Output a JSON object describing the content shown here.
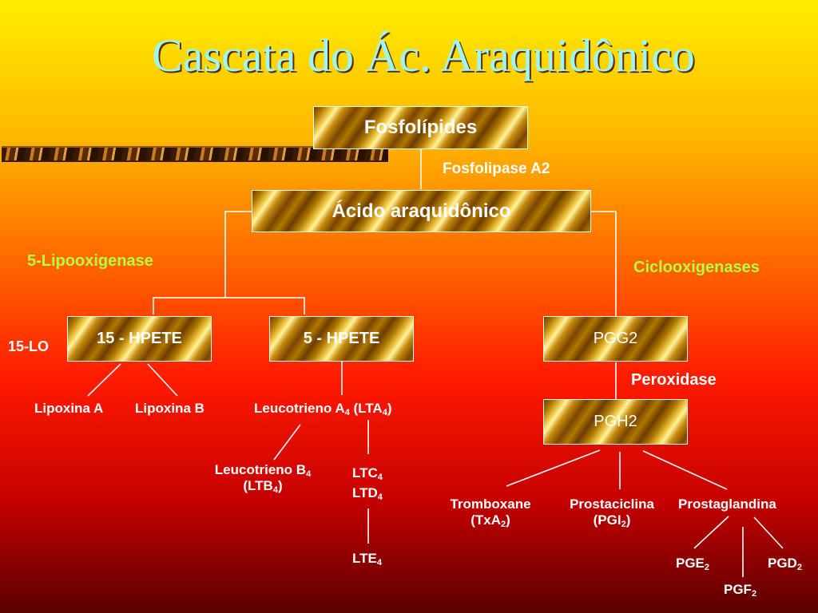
{
  "title": "Cascata do Ác. Araquidônico",
  "boxes": {
    "fosfolipides": "Fosfolípides",
    "acido": "Ácido araquidônico",
    "hpete15": "15 - HPETE",
    "hpete5": "5 - HPETE",
    "pgg2": "PGG2",
    "pgh2": "PGH2"
  },
  "enzymes": {
    "fosfolipase": "Fosfolipase A2",
    "lipooxigenase": "5-Lipooxigenase",
    "ciclooxigenases": "Ciclooxigenases",
    "lo15": "15-LO",
    "peroxidase": "Peroxidase"
  },
  "products": {
    "lipoxina_a": "Lipoxina A",
    "lipoxina_b": "Lipoxina B",
    "lta4": {
      "a": "Leucotrieno A",
      "b": "4",
      "c": " (LTA",
      "d": "4",
      "e": ")"
    },
    "ltb4": {
      "a": "Leucotrieno B",
      "b": "4",
      "c": "(LTB",
      "d": "4",
      "e": ")"
    },
    "ltc4": {
      "a": "LTC",
      "b": "4"
    },
    "ltd4": {
      "a": "LTD",
      "b": "4"
    },
    "lte4": {
      "a": "LTE",
      "b": "4"
    },
    "tromboxane": {
      "name": "Tromboxane",
      "a": "(TxA",
      "b": "2",
      "c": ")"
    },
    "prostaciclina": {
      "name": "Prostaciclina",
      "a": "(PGI",
      "b": "2",
      "c": ")"
    },
    "prostaglandina": "Prostaglandina",
    "pge2": {
      "a": "PGE",
      "b": "2"
    },
    "pgf2": {
      "a": "PGF",
      "b": "2"
    },
    "pgd2": {
      "a": "PGD",
      "b": "2"
    }
  }
}
